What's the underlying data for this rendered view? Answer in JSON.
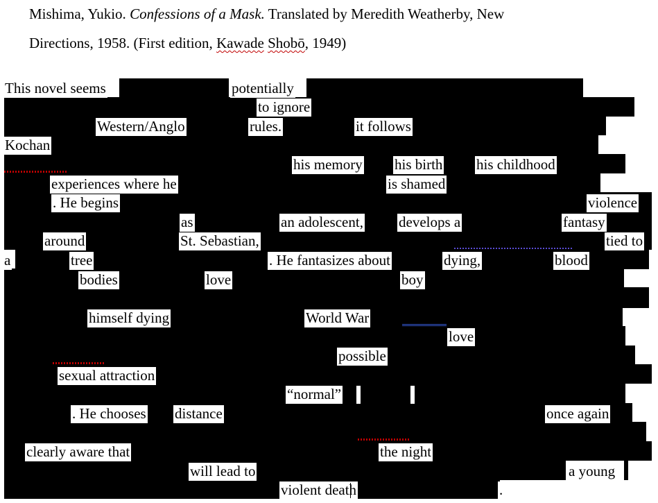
{
  "citation": {
    "author": "Mishima, Yukio.",
    "title": "Confessions of a Mask.",
    "line1_rest": "Translated by Meredith Weatherby, New",
    "line2_start": "Directions, 1958. (First edition, ",
    "publisher_1": "Kawade",
    "publisher_2": "Shobō",
    "line2_end": ", 1949)"
  },
  "words": [
    "This novel seems",
    "potentially",
    "to ignore",
    "Western/Anglo",
    "rules.",
    "it follows",
    "Kochan",
    "his memory",
    "his birth",
    "his childhood",
    "experiences where he",
    "is shamed",
    ". He begins",
    "violence",
    "as",
    "an adolescent,",
    "develops a",
    "fantasy",
    "around",
    "St. Sebastian,",
    "tied to",
    "a",
    "tree",
    ". He fantasizes about",
    "dying,",
    "blood",
    "bodies",
    "love",
    "boy",
    "himself dying",
    "World War",
    "love",
    "possible",
    "sexual attraction",
    "“normal”",
    ". He chooses",
    "distance",
    "once again",
    "clearly aware that",
    "the night",
    "will lead to",
    "a young",
    "violent death",
    "."
  ]
}
